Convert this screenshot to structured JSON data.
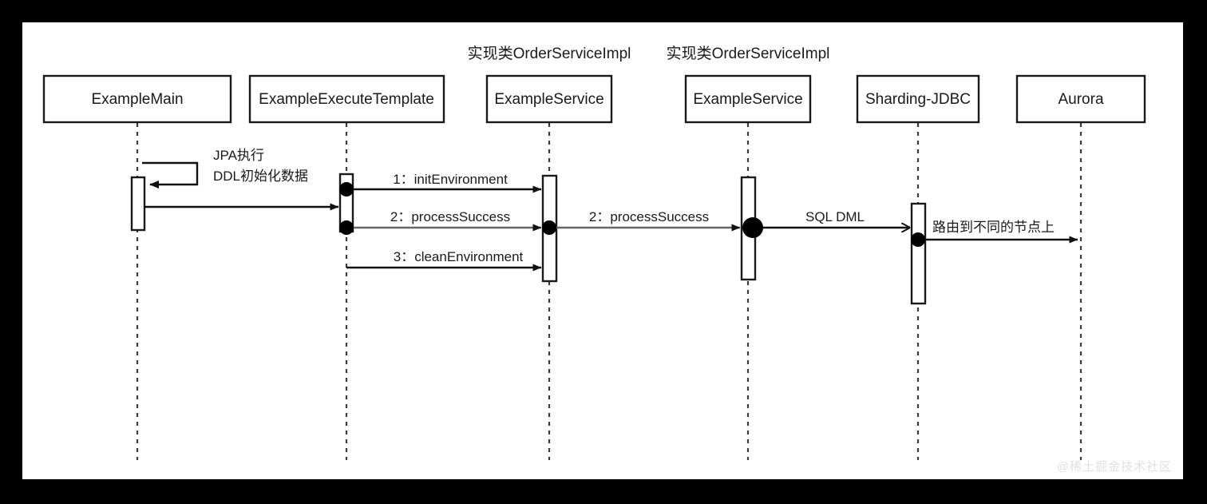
{
  "diagram": {
    "kind": "uml-sequence-diagram",
    "background_color": "#000000",
    "canvas_color": "#ffffff",
    "line_color": "#111111",
    "grey_line_color": "#666666",
    "participants": [
      {
        "id": "example-main",
        "label": "ExampleMain",
        "note": ""
      },
      {
        "id": "example-execute-template",
        "label": "ExampleExecuteTemplate",
        "note": ""
      },
      {
        "id": "example-service-1",
        "label": "ExampleService",
        "note": "实现类OrderServiceImpl"
      },
      {
        "id": "example-service-2",
        "label": "ExampleService",
        "note": "实现类OrderServiceImpl"
      },
      {
        "id": "sharding-jdbc",
        "label": "Sharding-JDBC",
        "note": ""
      },
      {
        "id": "aurora",
        "label": "Aurora",
        "note": ""
      }
    ],
    "messages": [
      {
        "id": "self-ddl",
        "label_line1": "JPA执行",
        "label_line2": "DDL初始化数据",
        "from": "example-main",
        "to": "example-main",
        "style": "self-loop"
      },
      {
        "id": "main-to-template",
        "label": "",
        "from": "example-main",
        "to": "example-execute-template",
        "style": "solid"
      },
      {
        "id": "init-environment",
        "label": "1：initEnvironment",
        "from": "example-execute-template",
        "to": "example-service-1",
        "style": "solid"
      },
      {
        "id": "process-success-1",
        "label": "2：processSuccess",
        "from": "example-execute-template",
        "to": "example-service-1",
        "style": "grey"
      },
      {
        "id": "process-success-2",
        "label": "2：processSuccess",
        "from": "example-service-1",
        "to": "example-service-2",
        "style": "grey"
      },
      {
        "id": "clean-environment",
        "label": "3：cleanEnvironment",
        "from": "example-execute-template",
        "to": "example-service-1",
        "style": "solid"
      },
      {
        "id": "sql-dml",
        "label": "SQL DML",
        "from": "example-service-2",
        "to": "sharding-jdbc",
        "style": "solid-open"
      },
      {
        "id": "route-to-nodes",
        "label": "路由到不同的节点上",
        "from": "sharding-jdbc",
        "to": "aurora",
        "style": "solid"
      }
    ]
  },
  "watermark": {
    "text": "@稀土掘金技术社区"
  }
}
